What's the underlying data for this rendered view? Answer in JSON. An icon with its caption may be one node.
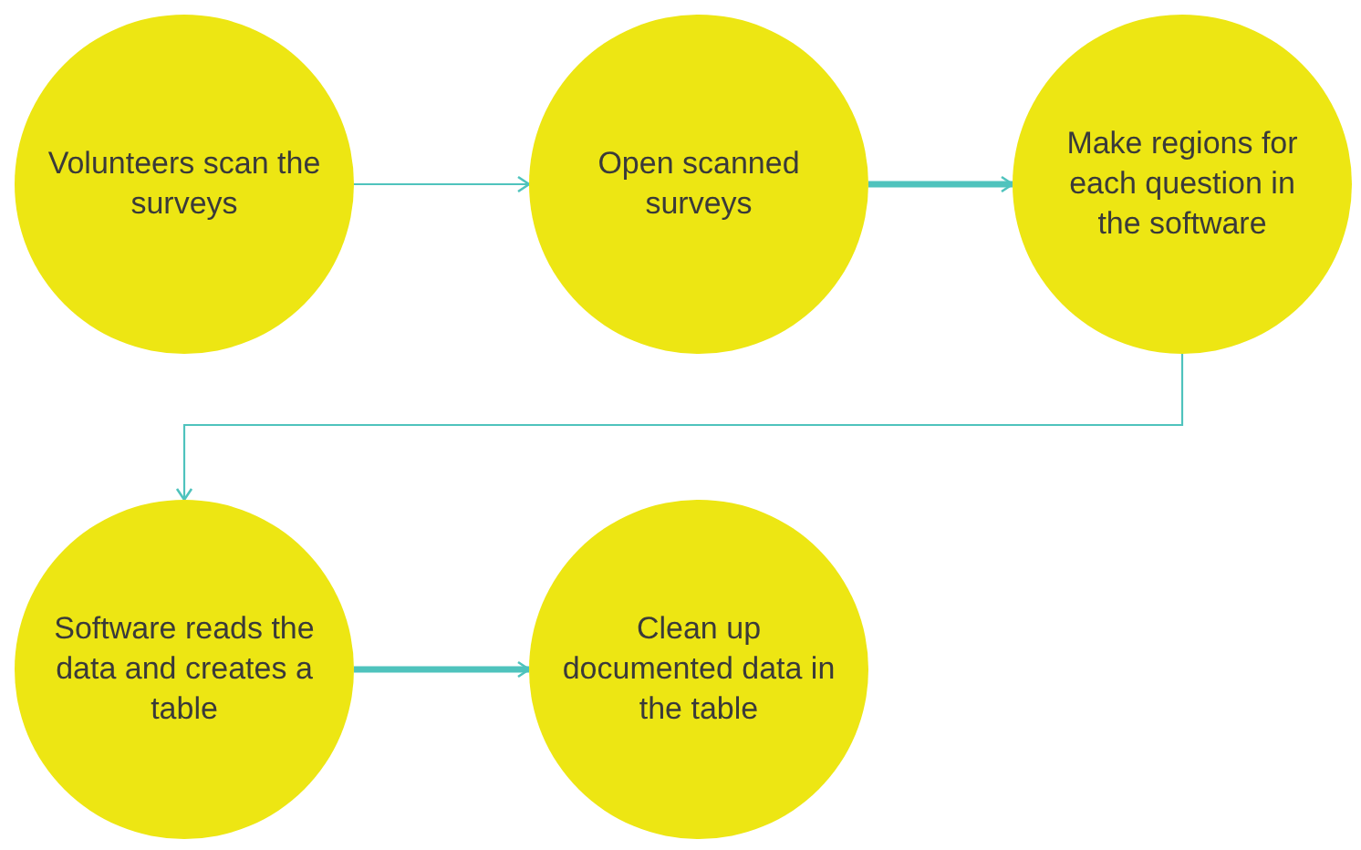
{
  "diagram": {
    "nodes": [
      {
        "text": [
          "Volunteers scan the surveys"
        ]
      },
      {
        "text": [
          "Open scanned surveys"
        ]
      },
      {
        "text": [
          "Make regions for each question in the software"
        ]
      },
      {
        "text": [
          "Software reads the data and creates a table"
        ]
      },
      {
        "text": [
          "Clean up documented data in the table"
        ]
      }
    ],
    "edges": [
      {
        "from": 0,
        "to": 1,
        "arrow": "to"
      },
      {
        "from": 1,
        "to": 2,
        "arrow": "to",
        "style": "thick"
      },
      {
        "from": 2,
        "to": 3,
        "arrow": "to"
      },
      {
        "from": 3,
        "to": 4,
        "arrow": "to",
        "style": "thick"
      }
    ]
  }
}
